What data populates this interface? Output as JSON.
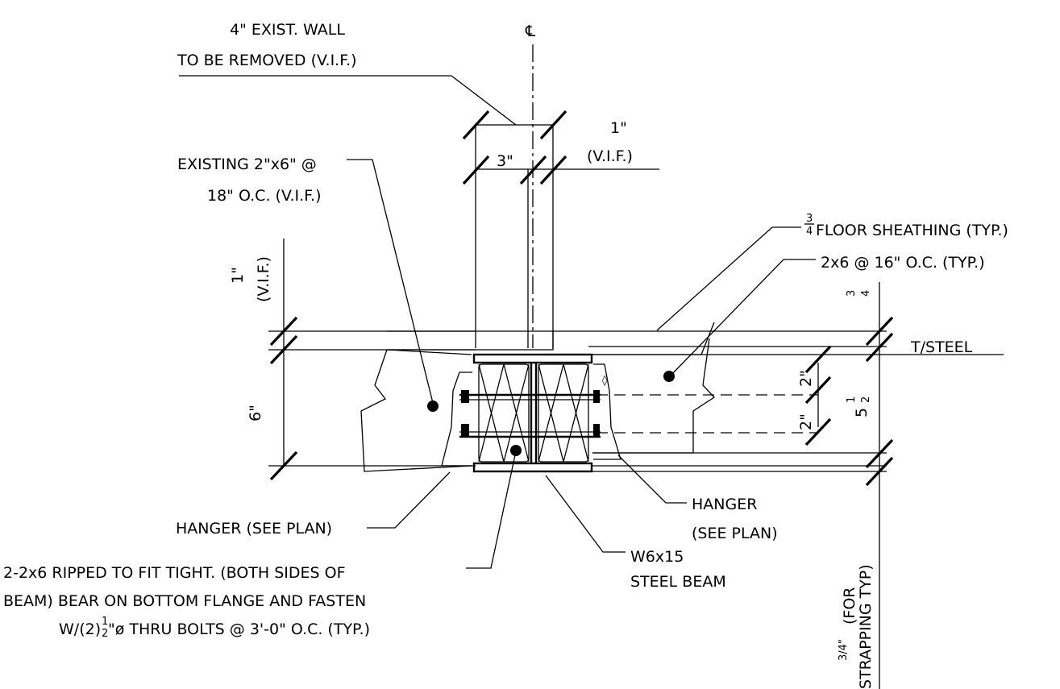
{
  "title": "",
  "colors": {
    "ink": "#000000",
    "paper": "#ffffff"
  },
  "labels": {
    "centerline_symbol": "℄",
    "wall_line1": "4\" EXIST. WALL",
    "wall_line2": "TO BE REMOVED (V.I.F.)",
    "existing_joist_line1": "EXISTING 2\"x6\" @",
    "existing_joist_line2": "18\" O.C. (V.I.F.)",
    "floor_sheathing": "FLOOR SHEATHING (TYP.)",
    "floor_sheathing_frac_num": "3",
    "floor_sheathing_frac_den": "4",
    "new_joist": "2x6 @ 16\" O.C. (TYP.)",
    "t_steel": "T/STEEL",
    "hanger_left": "HANGER (SEE PLAN)",
    "hanger_right_line1": "HANGER",
    "hanger_right_line2": "(SEE PLAN)",
    "beam_line1": "W6x15",
    "beam_line2": "STEEL BEAM",
    "note_line1": "2-2x6 RIPPED TO FIT TIGHT. (BOTH SIDES OF",
    "note_line2": "BEAM) BEAR ON BOTTOM FLANGE AND FASTEN",
    "note_line3_a": "W/(2)",
    "note_line3_frac_num": "1",
    "note_line3_frac_den": "2",
    "note_line3_b": "\"ø THRU BOLTS @ 3'-0\" O.C. (TYP.)",
    "strapping_line1": "(FOR",
    "strapping_line2": "STRAPPING TYP)",
    "strapping_frac": "3/4\""
  },
  "dimensions": {
    "dim_3": "3\"",
    "dim_1_top": "1\"",
    "dim_vif_top": "(V.I.F.)",
    "dim_1_left": "1\"",
    "dim_vif_left": "(V.I.F.)",
    "dim_6": "6\"",
    "dim_2_upper": "2\"",
    "dim_2_lower": "2\"",
    "dim_5_whole": "5",
    "dim_5_num": "1",
    "dim_5_den": "2",
    "dim_3_4_num": "3",
    "dim_3_4_den": "4"
  }
}
